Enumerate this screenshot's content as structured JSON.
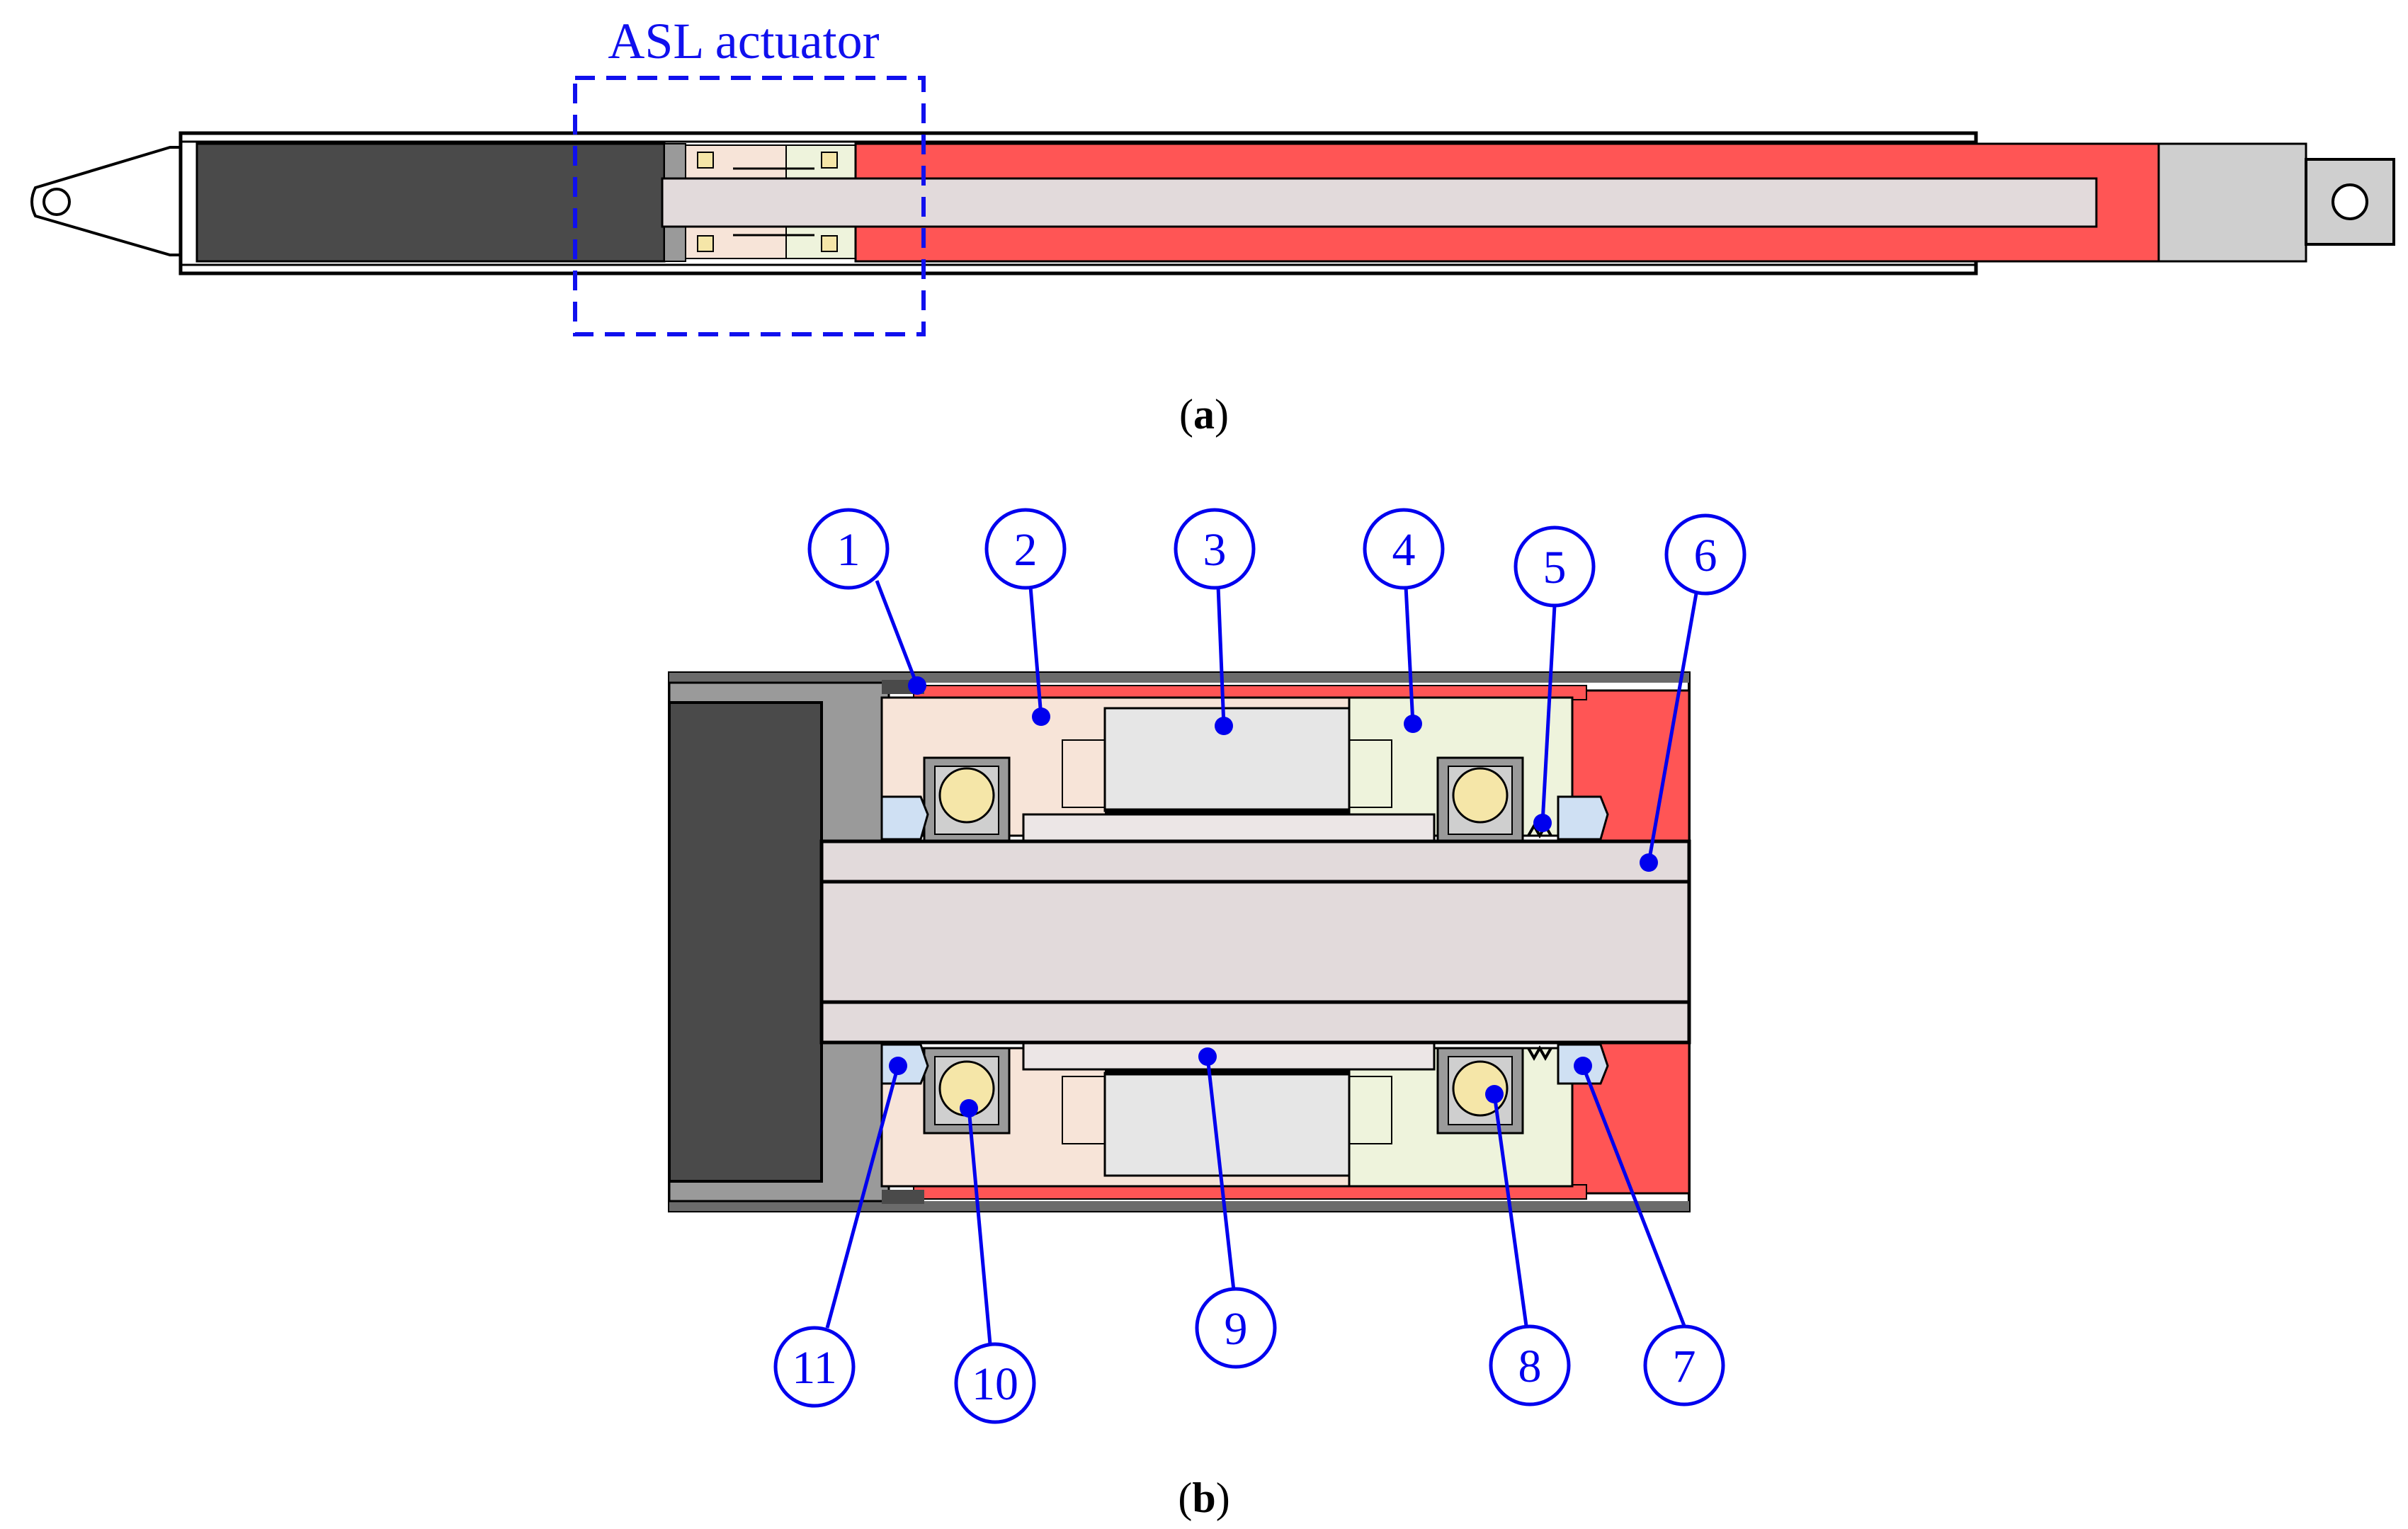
{
  "panel_a": {
    "highlight_label": "ASL actuator",
    "caption_open": "(",
    "caption_letter": "a",
    "caption_close": ")"
  },
  "panel_b": {
    "caption_open": "(",
    "caption_letter": "b",
    "caption_close": ")",
    "callouts": [
      "1",
      "2",
      "3",
      "4",
      "5",
      "6",
      "7",
      "8",
      "9",
      "10",
      "11"
    ]
  },
  "colors": {
    "housing_red": "#ff5555",
    "rod": "#e2dadb",
    "dark_block": "#4a4a4a",
    "end_cap": "#cfcfcf",
    "bearing_ball": "#f5e6a8",
    "peach_part": "#f7e4d8",
    "green_part": "#eef3dc",
    "magnet_grey": "#e6e6e6",
    "callout_blue": "#0000ee"
  }
}
